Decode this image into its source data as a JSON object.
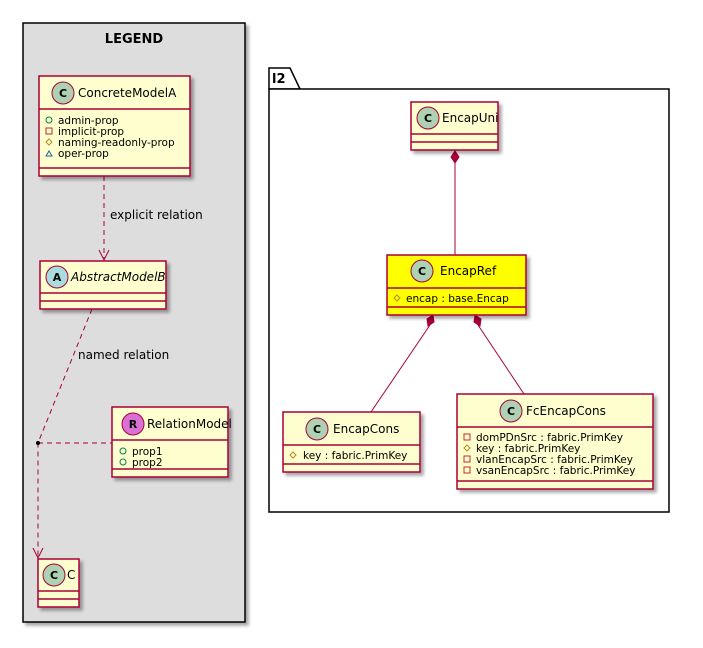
{
  "legend": {
    "title": "LEGEND",
    "concrete_model": {
      "stereotype": "C",
      "name": "ConcreteModelA",
      "attributes": [
        {
          "vis": "public",
          "name": "admin-prop"
        },
        {
          "vis": "private",
          "name": "implicit-prop"
        },
        {
          "vis": "protected",
          "name": "naming-readonly-prop"
        },
        {
          "vis": "package",
          "name": "oper-prop"
        }
      ]
    },
    "abstract_model": {
      "stereotype": "A",
      "name": "AbstractModelB"
    },
    "relation_model": {
      "stereotype": "R",
      "name": "RelationModel",
      "attributes": [
        {
          "vis": "public",
          "name": "prop1"
        },
        {
          "vis": "public",
          "name": "prop2"
        }
      ]
    },
    "class_c": {
      "stereotype": "C",
      "name": "C"
    },
    "explicit_relation_label": "explicit relation",
    "named_relation_label": "named relation"
  },
  "package": {
    "name": "l2",
    "encap_uni": {
      "stereotype": "C",
      "name": "EncapUni"
    },
    "encap_ref": {
      "stereotype": "C",
      "name": "EncapRef",
      "attributes": [
        {
          "vis": "protected",
          "name": "encap : base.Encap"
        }
      ]
    },
    "encap_cons": {
      "stereotype": "C",
      "name": "EncapCons",
      "attributes": [
        {
          "vis": "protected",
          "name": "key : fabric.PrimKey"
        }
      ]
    },
    "fc_encap_cons": {
      "stereotype": "C",
      "name": "FcEncapCons",
      "attributes": [
        {
          "vis": "private",
          "name": "domPDnSrc : fabric.PrimKey"
        },
        {
          "vis": "protected",
          "name": "key : fabric.PrimKey"
        },
        {
          "vis": "private",
          "name": "vlanEncapSrc : fabric.PrimKey"
        },
        {
          "vis": "private",
          "name": "vsanEncapSrc : fabric.PrimKey"
        }
      ]
    }
  },
  "colors": {
    "class_fill": "#FEFECE",
    "class_border": "#A80036",
    "highlight_fill": "#FFFF00",
    "legend_fill": "#DDDDDD",
    "stereo_c": "#ADD1B2",
    "stereo_a": "#A9DCDF",
    "stereo_r": "#DA70D6",
    "arrow": "#A80036"
  }
}
